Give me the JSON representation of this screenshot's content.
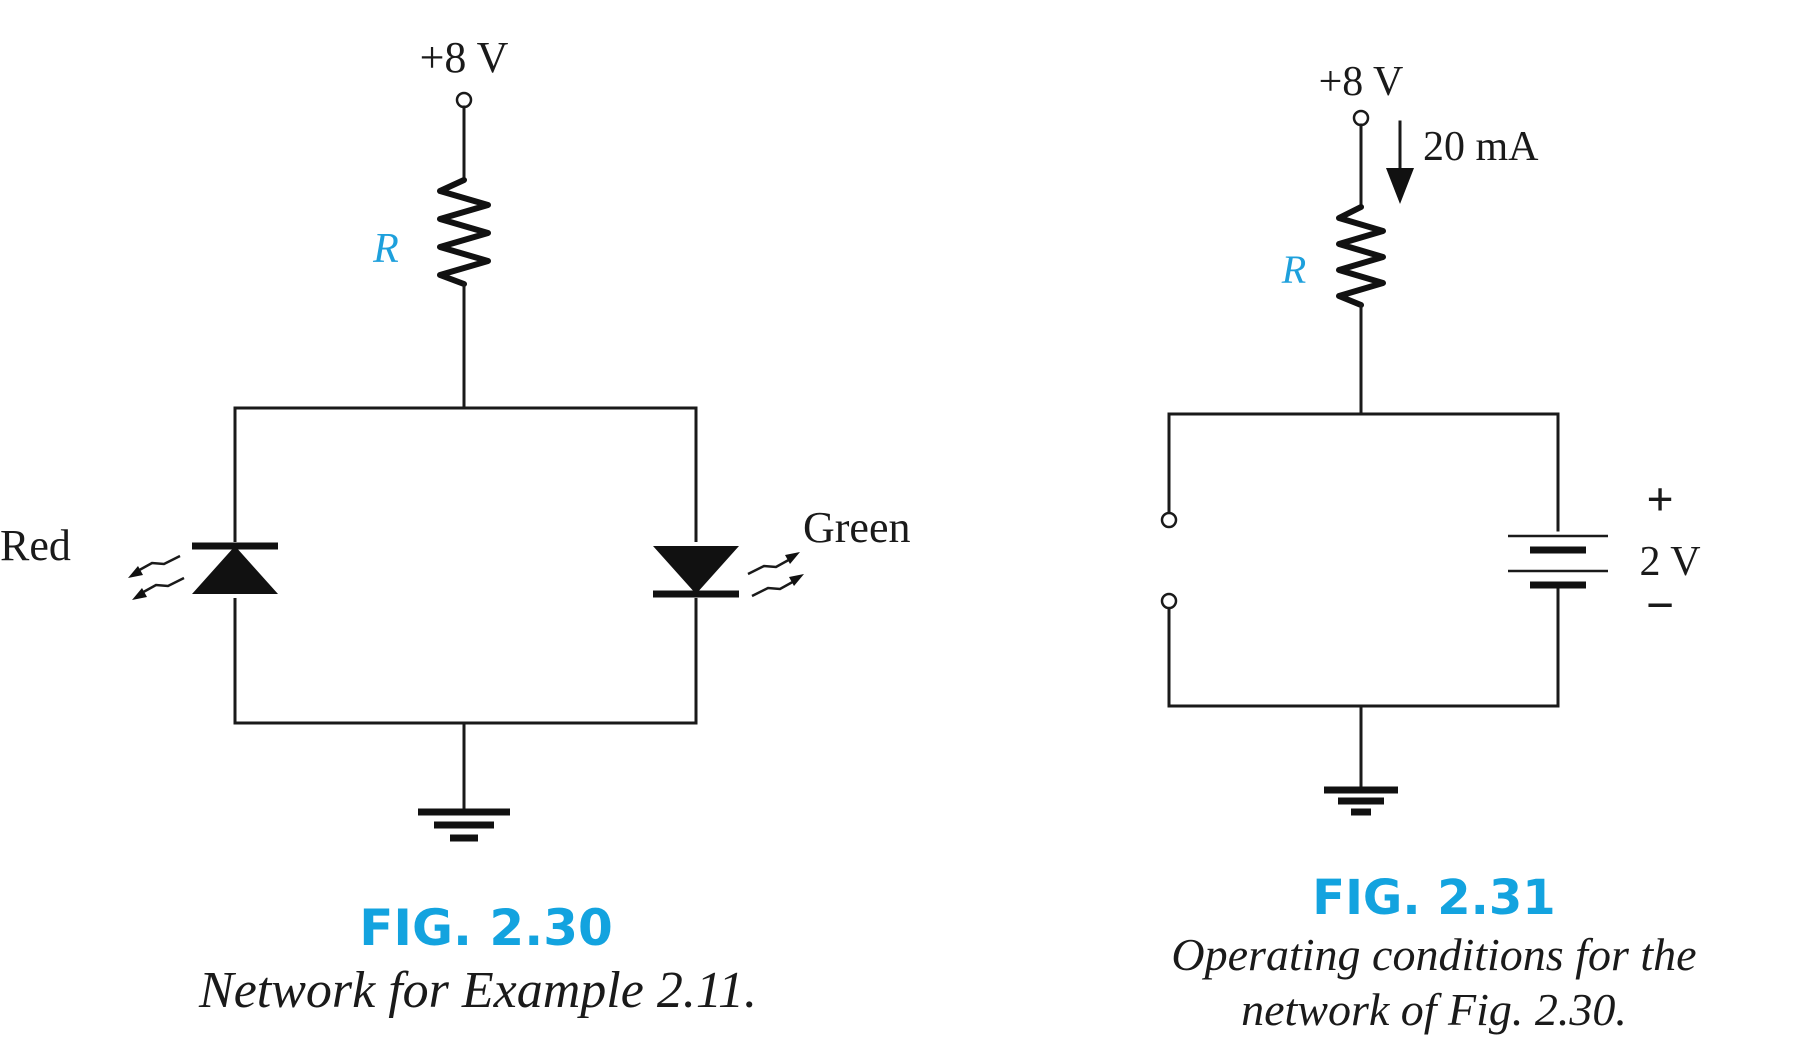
{
  "figure_left": {
    "supply_label": "+8 V",
    "resistor_label": "R",
    "led_left_label": "Red",
    "led_right_label": "Green",
    "figure_number": "FIG. 2.30",
    "caption": "Network for Example 2.11."
  },
  "figure_right": {
    "supply_label": "+8 V",
    "current_label": "20 mA",
    "resistor_label": "R",
    "polarity_plus": "+",
    "voltage_label": "2 V",
    "polarity_minus": "−",
    "figure_number": "FIG. 2.31",
    "caption_line1": "Operating conditions for the",
    "caption_line2": "network of Fig. 2.30."
  },
  "colors": {
    "accent": "#13a3df",
    "line": "#1a1a1a"
  }
}
